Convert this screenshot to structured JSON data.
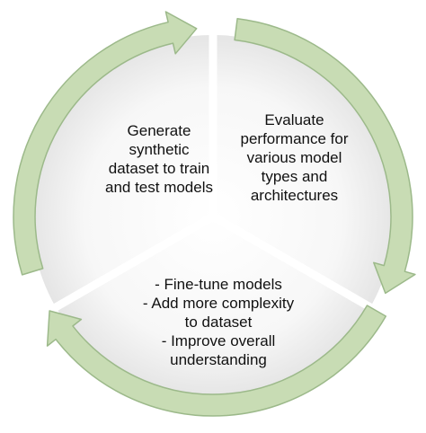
{
  "diagram": {
    "segments": [
      {
        "id": "generate",
        "lines": [
          "Generate",
          "synthetic",
          "dataset to train",
          "and test models"
        ]
      },
      {
        "id": "evaluate",
        "lines": [
          "Evaluate",
          "performance for",
          "various model",
          "types and",
          "architectures"
        ]
      },
      {
        "id": "improve",
        "lines": [
          "- Fine-tune models",
          "- Add more complexity",
          "to dataset",
          "- Improve overall",
          "understanding"
        ]
      }
    ],
    "colors": {
      "arrow_fill": "#c8dcb4",
      "arrow_stroke": "#9cb98a",
      "segment_fill": "#f1f1f1",
      "divider": "#ffffff",
      "text": "#111111"
    }
  }
}
